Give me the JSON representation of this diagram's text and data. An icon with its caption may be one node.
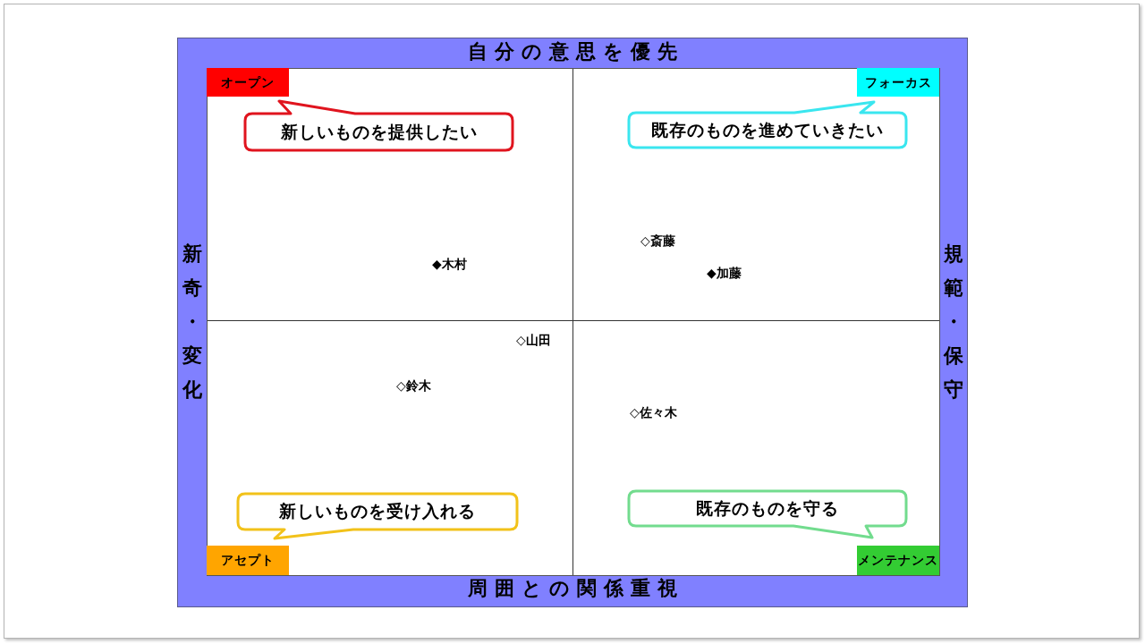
{
  "diagram": {
    "nodes": [
      {
        "text": [
          "オープン"
        ]
      },
      {
        "text": [
          "フォーカス"
        ]
      },
      {
        "text": [
          "新しいものを提供したい"
        ]
      },
      {
        "text": [
          "既存のものを進めていきたい"
        ]
      },
      {
        "text": [
          "新しいものを受け入れる"
        ]
      },
      {
        "text": [
          "既存のものを守る"
        ]
      },
      {
        "text": [
          "アセプト"
        ]
      },
      {
        "text": [
          "メンテナンス"
        ]
      }
    ],
    "labels": [
      "自分の意思を優先",
      "新奇・変化",
      "規範・保守",
      "◇斎藤",
      "◆木村",
      "◆加藤",
      "◇山田",
      "◇鈴木",
      "◇佐々木",
      "周囲との関係重視"
    ]
  }
}
